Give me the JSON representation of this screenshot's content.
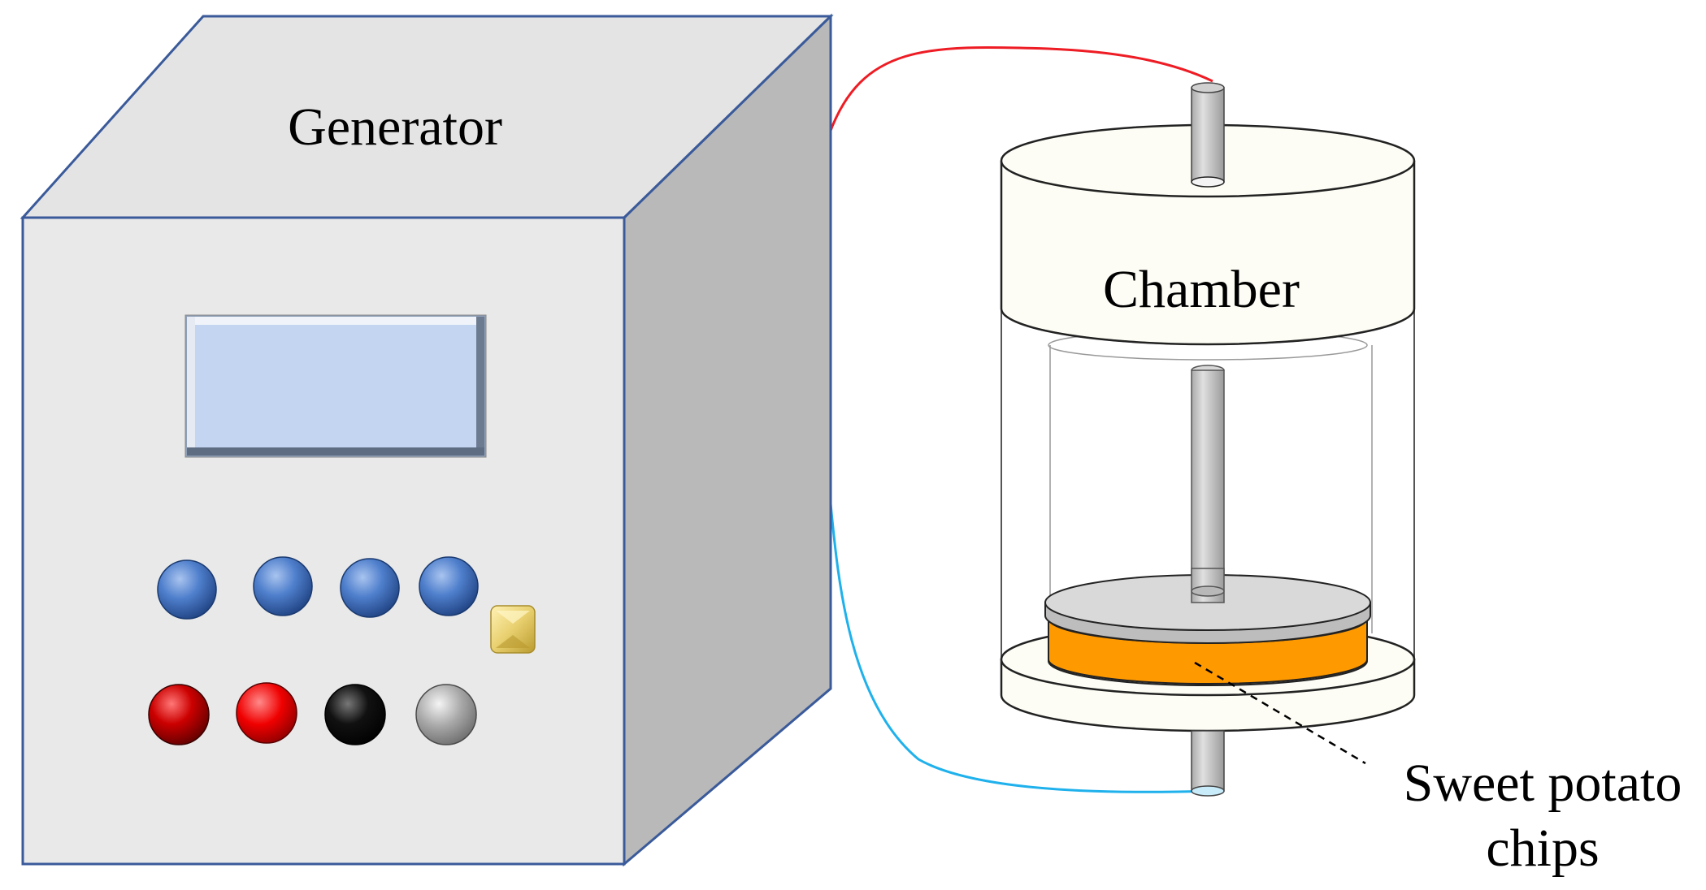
{
  "labels": {
    "generator": "Generator",
    "chamber": "Chamber",
    "sample_line1": "Sweet potato",
    "sample_line2": "chips"
  },
  "colors": {
    "box_front": "#e9e9e9",
    "box_top": "#e4e4e4",
    "box_side": "#b9b9b9",
    "box_edge": "#3a5a9a",
    "display_fill": "#c3d5f1",
    "button_blue": "#3f6fc0",
    "button_red": "#e00000",
    "button_black": "#111111",
    "button_gray": "#a8a8a8",
    "knob_yellow": "#e8cf6e",
    "wire_red": "#ee1c24",
    "wire_blue": "#1fb1ec",
    "sample_orange": "#ff9900",
    "chamber_edge": "#222222"
  },
  "generator": {
    "buttons_row1": [
      "blue",
      "blue",
      "blue",
      "blue"
    ],
    "buttons_row2": [
      "red",
      "red",
      "black",
      "gray"
    ]
  }
}
